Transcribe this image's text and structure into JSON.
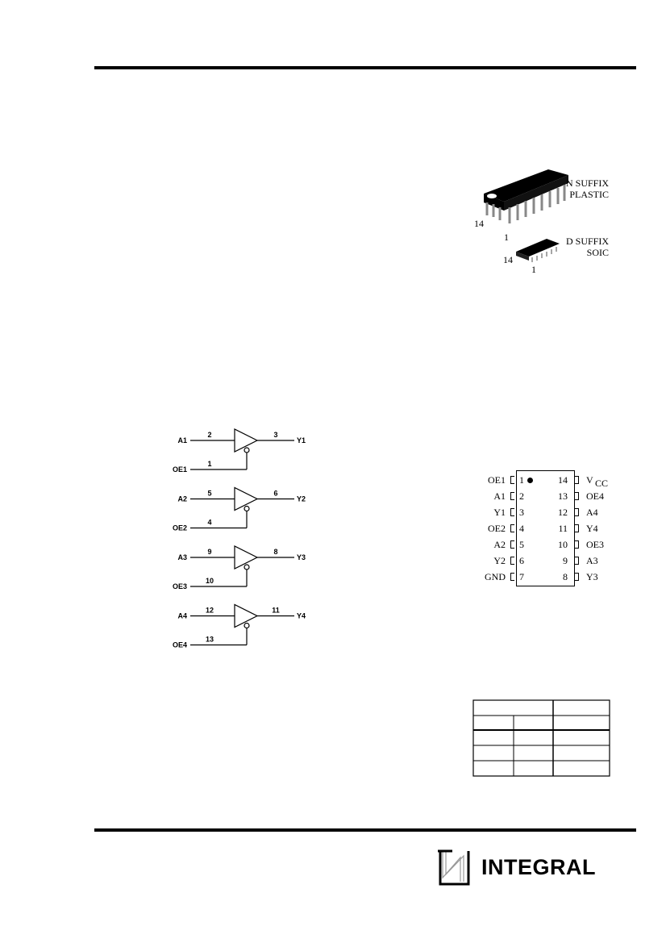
{
  "packages": {
    "n_suffix": {
      "line1": "N SUFFIX",
      "line2": "PLASTIC",
      "pin_first": "14",
      "pin_last": "1"
    },
    "d_suffix": {
      "line1": "D SUFFIX",
      "line2": "SOIC",
      "pin_first": "14",
      "pin_last": "1"
    }
  },
  "logic_diagram": {
    "gates": [
      {
        "input": "A1",
        "input_pin": "2",
        "enable": "OE1",
        "enable_pin": "1",
        "output": "Y1",
        "output_pin": "3"
      },
      {
        "input": "A2",
        "input_pin": "5",
        "enable": "OE2",
        "enable_pin": "4",
        "output": "Y2",
        "output_pin": "6"
      },
      {
        "input": "A3",
        "input_pin": "9",
        "enable": "OE3",
        "enable_pin": "10",
        "output": "Y3",
        "output_pin": "8"
      },
      {
        "input": "A4",
        "input_pin": "12",
        "enable": "OE4",
        "enable_pin": "13",
        "output": "Y4",
        "output_pin": "11"
      }
    ]
  },
  "pinout": {
    "left": [
      {
        "name": "OE1",
        "num": "1"
      },
      {
        "name": "A1",
        "num": "2"
      },
      {
        "name": "Y1",
        "num": "3"
      },
      {
        "name": "OE2",
        "num": "4"
      },
      {
        "name": "A2",
        "num": "5"
      },
      {
        "name": "Y2",
        "num": "6"
      },
      {
        "name": "GND",
        "num": "7"
      }
    ],
    "right": [
      {
        "name": "V",
        "sub": "CC",
        "num": "14"
      },
      {
        "name": "OE4",
        "num": "13"
      },
      {
        "name": "A4",
        "num": "12"
      },
      {
        "name": "Y4",
        "num": "11"
      },
      {
        "name": "OE3",
        "num": "10"
      },
      {
        "name": "A3",
        "num": "9"
      },
      {
        "name": "Y3",
        "num": "8"
      }
    ]
  },
  "footer": {
    "logo": "INTEGRAL"
  }
}
